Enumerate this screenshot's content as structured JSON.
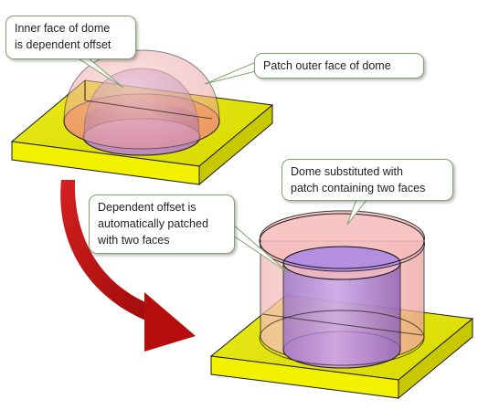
{
  "callouts": {
    "inner_face": {
      "lines": [
        "Inner face of dome",
        "is dependent offset"
      ]
    },
    "outer_face": {
      "lines": [
        "Patch outer face of dome"
      ]
    },
    "dome_substituted": {
      "lines": [
        "Dome substituted with",
        "patch containing two faces"
      ]
    },
    "dependent_offset": {
      "lines": [
        "Dependent offset is",
        "automatically patched",
        "with two faces"
      ]
    }
  },
  "colors": {
    "plate": "#e2e200",
    "plate_front": "#f5f500",
    "outer_dome": "#f3a7a7",
    "inner_dome": "#b08ad6",
    "hole_floor": "#f6b0b0",
    "arrow": "#b60e0e",
    "callout_border": "#7fa36d"
  }
}
